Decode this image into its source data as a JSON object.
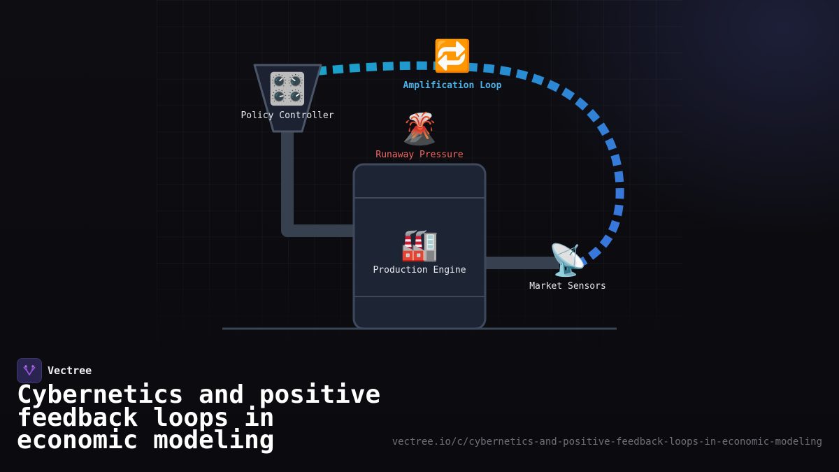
{
  "diagram": {
    "nodes": {
      "policy_controller": {
        "label": "Policy Controller",
        "icon": "control-knobs-icon",
        "glyph": "🎛️"
      },
      "amplification_loop": {
        "label": "Amplification Loop",
        "icon": "repeat-arrows-icon",
        "glyph": "🔁"
      },
      "runaway_pressure": {
        "label": "Runaway Pressure",
        "icon": "volcano-icon",
        "glyph": "🌋"
      },
      "production_engine": {
        "label": "Production Engine",
        "icon": "factory-icon",
        "glyph": "🏭"
      },
      "market_sensors": {
        "label": "Market Sensors",
        "icon": "satellite-dish-icon",
        "glyph": "📡"
      }
    },
    "colors": {
      "loop_start": "#19a3c9",
      "loop_end": "#3b74dd",
      "pipe": "#36404f",
      "tank_fill": "#1d2535",
      "tank_border": "#3e4a5c",
      "loop_label": "#4ab2e8",
      "pressure_label": "#ef6a62"
    }
  },
  "brand": {
    "name": "Vectree",
    "icon": "vectree-logo-icon",
    "accent": "#a259e6"
  },
  "title": "Cybernetics and positive feedback loops in economic modeling",
  "url": "vectree.io/c/cybernetics-and-positive-feedback-loops-in-economic-modeling"
}
